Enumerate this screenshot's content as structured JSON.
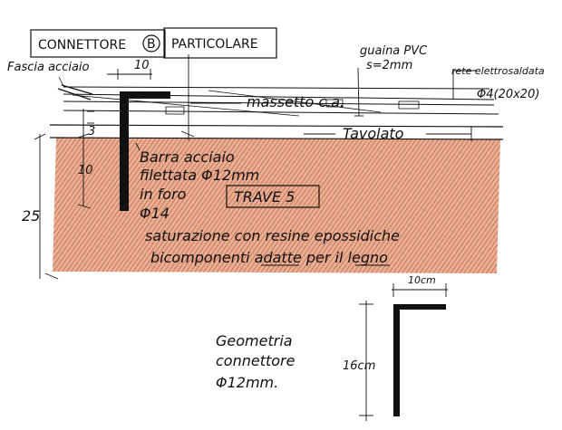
{
  "title": {
    "part1": "CONNETTORE",
    "circled_letter": "B",
    "part2": "PARTICOLARE"
  },
  "labels": {
    "fascia_acciaio": "Fascia acciaio",
    "dim_top": "10",
    "guaina": "guaina PVC",
    "guaina_spessore": "s=2mm",
    "rete": "rete elettrosaldata",
    "rete_diametro": "Φ4(20x20)",
    "massetto": "massetto c.a.",
    "tavolato": "Tavolato",
    "dim_small": "3",
    "dim_10": "10",
    "dim_25": "25",
    "barra_line1": "Barra acciaio",
    "barra_line2": "filettata Φ12mm",
    "barra_line3": "in foro",
    "barra_line4": "Φ14",
    "trave": "TRAVE 5",
    "saturazione_line1": "saturazione con resine epossidiche",
    "saturazione_line2": "bicomponenti adatte per il legno",
    "geometria_line1": "Geometria",
    "geometria_line2": "connettore",
    "geometria_line3": "Φ12mm.",
    "dim_10cm": "10cm",
    "dim_16cm": "16cm"
  },
  "colors": {
    "wood": "#c8643f",
    "ink": "#111111"
  }
}
